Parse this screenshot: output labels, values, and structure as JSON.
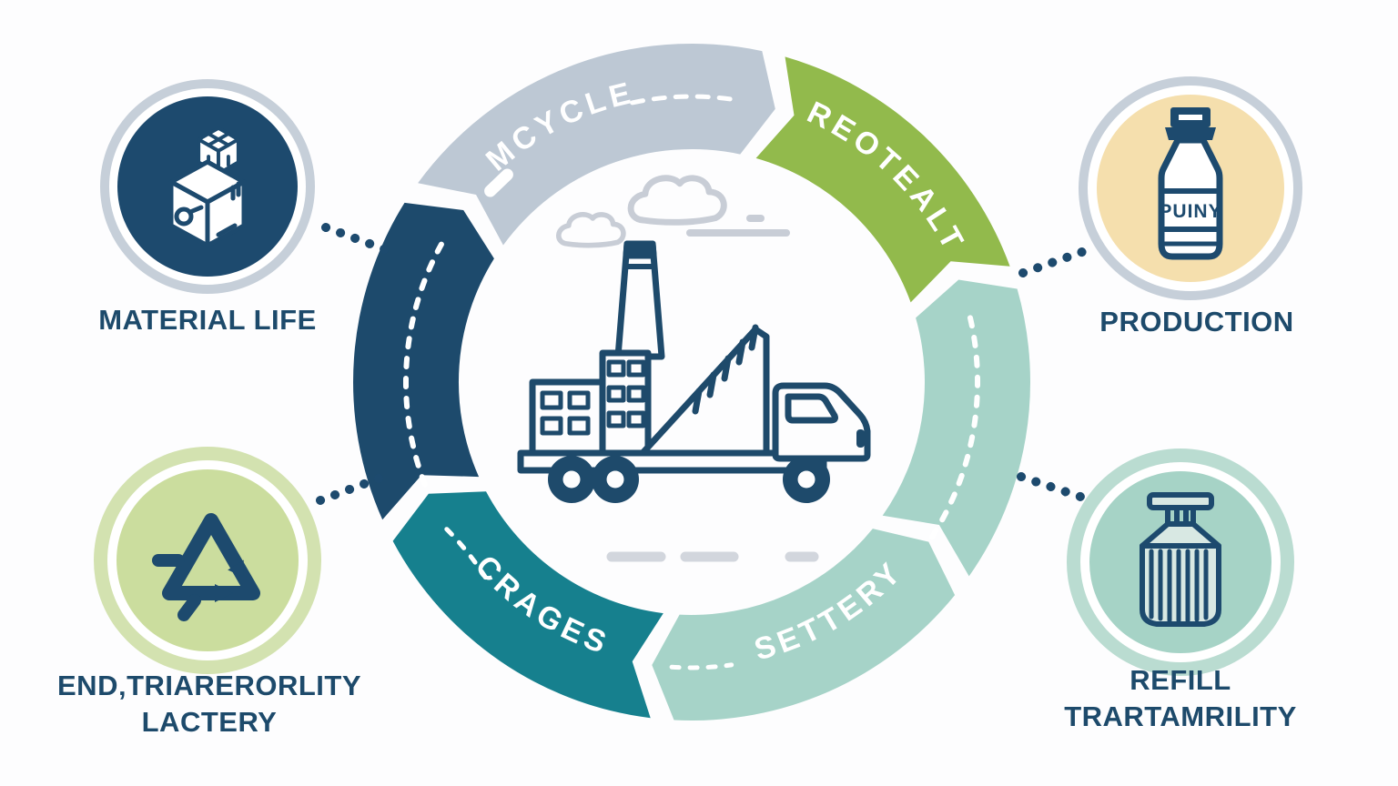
{
  "diagram_type": "circular-lifecycle-infographic",
  "colors": {
    "background": "#fdfdfe",
    "navy": "#1d4a6e",
    "label_text": "#1d4a6b",
    "segment_gray": "#bdc8d4",
    "segment_green": "#92ba4c",
    "segment_light_teal": "#a6d3c8",
    "segment_dark_teal": "#16808e",
    "segment_navy": "#1d4a6c",
    "cream_fill": "#f5dfad",
    "mint_fill": "#a6d3c6",
    "light_green_fill": "#cbdd9e",
    "gray_ring": "#c6cfd9",
    "illustration_gray": "#c8cdd6",
    "road_dash_gray": "#d2d6dd"
  },
  "ring": {
    "segments": [
      {
        "label": "MCYCLE",
        "color": "#bdc8d4"
      },
      {
        "label": "REOTEALT",
        "color": "#92ba4c"
      },
      {
        "label": "",
        "color": "#a6d3c8"
      },
      {
        "label": "SETTERY",
        "color": "#a6d3c8"
      },
      {
        "label": "CRAGES",
        "color": "#16808e"
      },
      {
        "label": "",
        "color": "#1d4a6c"
      }
    ]
  },
  "nodes": [
    {
      "id": "material-life",
      "label_lines": [
        "MATERIAL LIFE"
      ],
      "icon": "package-boxes-icon",
      "circle_fill": "#1d4a6e",
      "ring_color": "#c6cfd9"
    },
    {
      "id": "production",
      "label_lines": [
        "PRODUCTION"
      ],
      "icon": "bottle-icon",
      "circle_fill": "#f5dfad",
      "ring_color": "#c6cfd9",
      "bottle_text": "PUINY"
    },
    {
      "id": "refill",
      "label_lines": [
        "REFILL",
        "TRARTAMRILITY"
      ],
      "icon": "container-icon",
      "circle_fill": "#a6d3c6",
      "ring_color": "#badcd1"
    },
    {
      "id": "end-of-life",
      "label_lines": [
        "END‚TRIARERORLITY",
        "LACTERY"
      ],
      "icon": "recycle-icon",
      "circle_fill": "#cbdd9e",
      "ring_color": "#d3e2b0"
    }
  ],
  "center_illustration": {
    "name": "factory-and-truck",
    "elements": [
      "clouds",
      "chimney",
      "factory-buildings",
      "slanted-wall",
      "flatbed-truck",
      "wheels",
      "road-dashes"
    ]
  }
}
